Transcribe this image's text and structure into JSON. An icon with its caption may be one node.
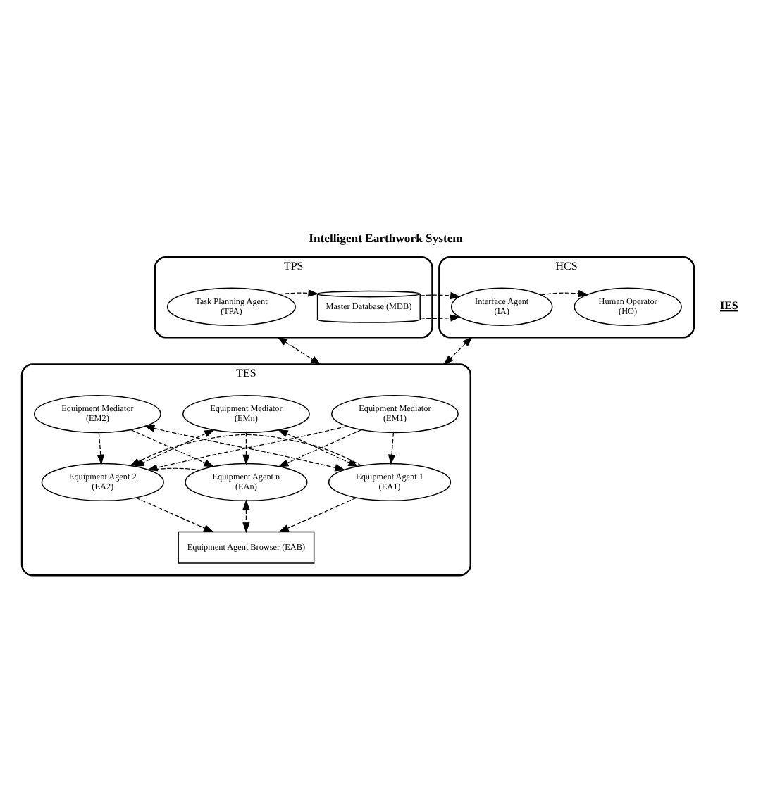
{
  "diagram": {
    "title": "Intelligent Earthwork System",
    "nodes": [
      {
        "text": [
          "TPS"
        ]
      },
      {
        "text": [
          "Task Planning Agent (TPA)"
        ],
        "in": 0
      },
      {
        "text": [
          "Master Database (MDB)"
        ],
        "in": 0
      },
      {
        "text": [
          "HCS"
        ]
      },
      {
        "text": [
          "Interface Agent (IA)"
        ],
        "in": 3
      },
      {
        "text": [
          "Human Operator (HO)"
        ],
        "in": 3
      },
      {
        "text": [
          "TES"
        ]
      },
      {
        "text": [
          "Equipment Mediator (EM1)"
        ],
        "in": 6
      },
      {
        "text": [
          "Equipment Mediator (EM2)"
        ],
        "in": 6
      },
      {
        "text": [
          "Equipment Mediator (EMn)"
        ],
        "in": 6
      },
      {
        "text": [
          "Equipment Agent 1 (EA1)"
        ],
        "in": 6
      },
      {
        "text": [
          "Equipment Agent 2 (EA2)"
        ],
        "in": 6
      },
      {
        "text": [
          "Equipment Agent n (EAn)"
        ],
        "in": 6
      },
      {
        "text": [
          "Equipment Agent Browser (EAB)"
        ],
        "in": 6
      }
    ],
    "edges": [
      {
        "from": 1,
        "to": 2,
        "arrow": "to",
        "style": "dashed"
      },
      {
        "from": 2,
        "to": 4,
        "arrow": "to",
        "style": "dashed"
      },
      {
        "from": 4,
        "to": 5,
        "arrow": "to",
        "style": "dashed"
      },
      {
        "from": 0,
        "to": 6,
        "arrow": "both",
        "style": "dashed"
      },
      {
        "from": 3,
        "to": 6,
        "arrow": "both",
        "style": "dashed"
      },
      {
        "from": 7,
        "to": 10,
        "arrow": "to",
        "style": "dashed"
      },
      {
        "from": 8,
        "to": 11,
        "arrow": "to",
        "style": "dashed"
      },
      {
        "from": 9,
        "to": 12,
        "arrow": "to",
        "style": "dashed"
      },
      {
        "from": 8,
        "to": 10,
        "arrow": "both",
        "style": "dashed"
      },
      {
        "from": 9,
        "to": 10,
        "arrow": "both",
        "style": "dashed"
      },
      {
        "from": 7,
        "to": 11,
        "arrow": "to",
        "style": "dashed"
      },
      {
        "from": 9,
        "to": 11,
        "arrow": "both",
        "style": "dashed"
      },
      {
        "from": 7,
        "to": 12,
        "arrow": "to",
        "style": "dashed"
      },
      {
        "from": 8,
        "to": 12,
        "arrow": "to",
        "style": "dashed"
      },
      {
        "from": 10,
        "to": 11,
        "arrow": "to",
        "style": "dashed"
      },
      {
        "from": 11,
        "to": 12,
        "arrow": "none",
        "style": "dashed"
      },
      {
        "from": 10,
        "to": 13,
        "arrow": "to",
        "style": "dashed"
      },
      {
        "from": 11,
        "to": 13,
        "arrow": "to",
        "style": "dashed"
      },
      {
        "from": 12,
        "to": 13,
        "arrow": "both",
        "style": "dashed"
      }
    ],
    "labels": [
      "IES"
    ]
  }
}
